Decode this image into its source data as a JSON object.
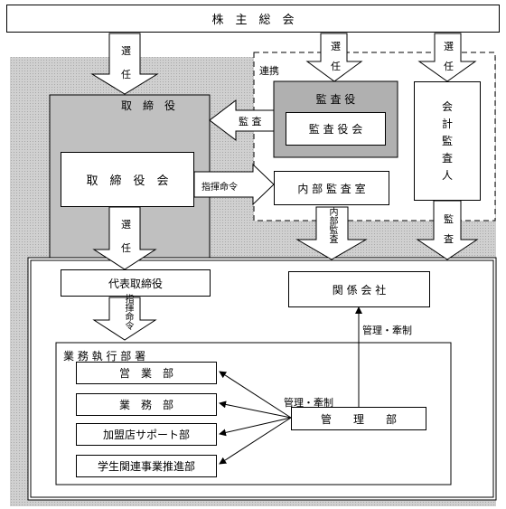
{
  "boxes": {
    "shareholders": "株　主　総　会",
    "auditor_group": "監 査 役",
    "audit_board": "監 査 役 会",
    "accounting_auditor": "会\n計\n監\n査\n人",
    "directors": "取　締　役",
    "board_of_directors": "取　締　役　会",
    "internal_audit": "内 部 監 査 室",
    "representative_director": "代表取締役",
    "affiliates": "関 係 会 社",
    "business_divisions": "業 務 執 行 部 署",
    "sales": "営　業　部",
    "operations": "業　務　部",
    "franchise_support": "加盟店サポート部",
    "student_business": "学生関連事業推進部",
    "administration": "管　　理　　部"
  },
  "labels": {
    "elect1": "選\n任",
    "elect2": "選\n任",
    "elect3": "選\n任",
    "elect4": "選\n任",
    "renkei": "連携",
    "audit_arrow": "監 査",
    "command1": "指揮命令",
    "internal_audit_arrow": "内部監査",
    "audit2": "監\n査",
    "command2": "指揮命令",
    "control1": "管理・牽制",
    "control2": "管理・牽制"
  }
}
